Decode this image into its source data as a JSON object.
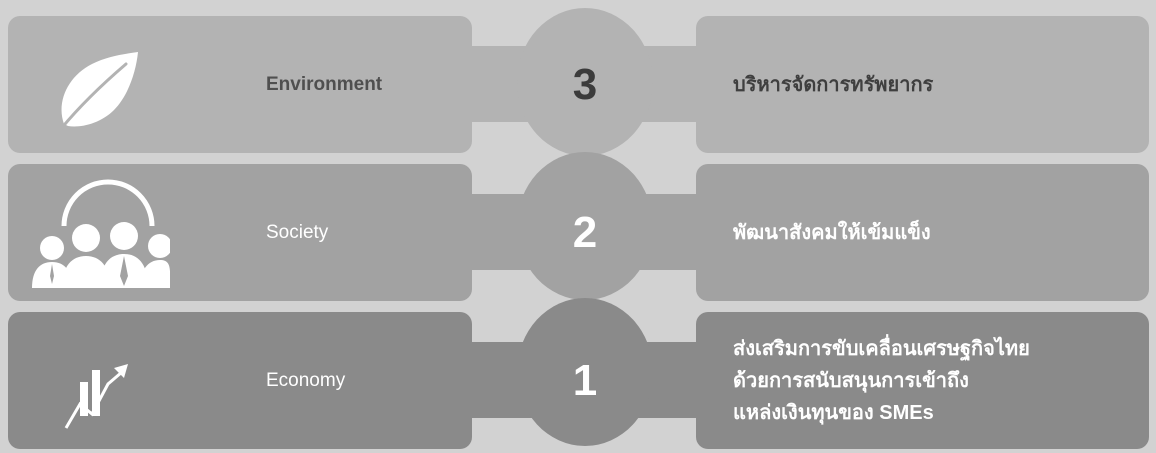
{
  "rows": [
    {
      "number": "3",
      "pillar": "Environment",
      "icon": "leaf-icon",
      "description": "บริหารจัดการทรัพยากร"
    },
    {
      "number": "2",
      "pillar": "Society",
      "icon": "people-group-icon",
      "description": "พัฒนาสังคมให้เข้มแข็ง"
    },
    {
      "number": "1",
      "pillar": "Economy",
      "icon": "growth-chart-icon",
      "description": "ส่งเสริมการขับเคลื่อนเศรษฐกิจไทย\nด้วยการสนับสนุนการเข้าถึง\nแหล่งเงินทุนของ SMEs"
    }
  ],
  "colors": {
    "background": "#d2d2d2",
    "row3": "#b3b3b3",
    "row2": "#a2a2a2",
    "row1": "#8a8a8a"
  }
}
